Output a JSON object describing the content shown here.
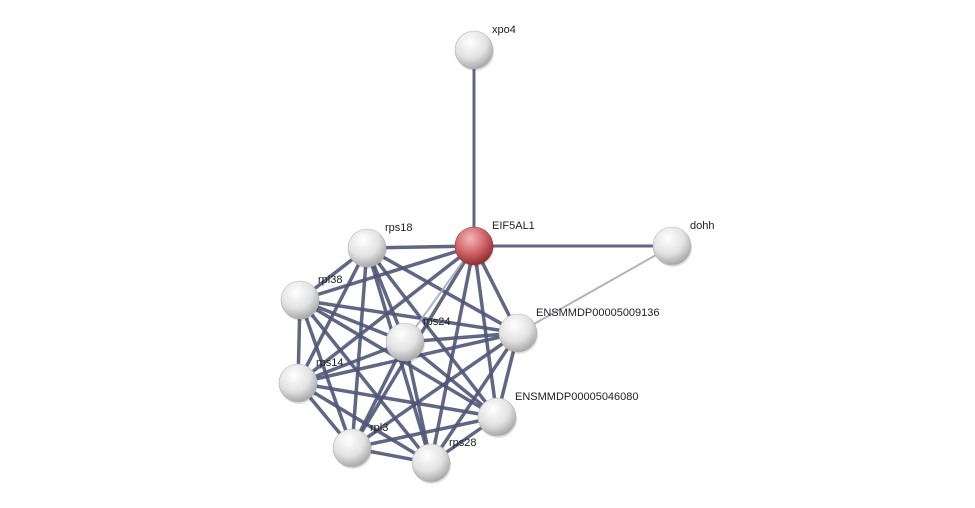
{
  "network": {
    "nodes": [
      {
        "id": "xpo4",
        "label": "xpo4",
        "query": false
      },
      {
        "id": "EIF5AL1",
        "label": "EIF5AL1",
        "query": true
      },
      {
        "id": "dohh",
        "label": "dohh",
        "query": false
      },
      {
        "id": "rps18",
        "label": "rps18",
        "query": false
      },
      {
        "id": "rpl38",
        "label": "rpl38",
        "query": false
      },
      {
        "id": "rps24",
        "label": "rps24",
        "query": false
      },
      {
        "id": "ENSMMDP00005009136",
        "label": "ENSMMDP00005009136",
        "query": false
      },
      {
        "id": "rps14",
        "label": "rps14",
        "query": false
      },
      {
        "id": "ENSMMDP00005046080",
        "label": "ENSMMDP00005046080",
        "query": false
      },
      {
        "id": "rpl3",
        "label": "rpl3",
        "query": false
      },
      {
        "id": "rps28",
        "label": "rps28",
        "query": false
      }
    ],
    "strong_edges": [
      [
        "xpo4",
        "EIF5AL1"
      ],
      [
        "EIF5AL1",
        "dohh"
      ]
    ],
    "weak_edges": [
      [
        "dohh",
        "ENSMMDP00005009136"
      ],
      [
        "EIF5AL1",
        "rps24"
      ]
    ],
    "clique": [
      "EIF5AL1",
      "rps18",
      "rpl38",
      "rps24",
      "ENSMMDP00005009136",
      "rps14",
      "ENSMMDP00005046080",
      "rpl3",
      "rps28"
    ],
    "colors": {
      "edge": "#4f5777",
      "weak_edge": "#a7aabb",
      "node": "#e6e6e6",
      "query_node": "#d2666a"
    }
  }
}
